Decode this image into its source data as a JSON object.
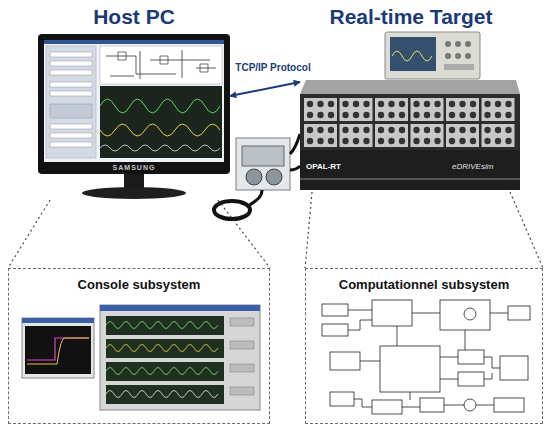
{
  "diagram": {
    "nodes": [
      {
        "text": [
          "Host PC"
        ]
      },
      {
        "text": [
          "Real-time Target"
        ]
      },
      {
        "text": [
          "Console subsystem"
        ]
      },
      {
        "text": [
          "Computationnel subsystem"
        ]
      }
    ],
    "edges": [
      {
        "from": 0,
        "to": 1,
        "arrow": "both",
        "label": "TCP/IP Protocol"
      },
      {
        "from": 0,
        "to": 2,
        "arrow": "none"
      },
      {
        "from": 1,
        "to": 3,
        "arrow": "none"
      }
    ],
    "labels": [
      "SAMSUNG",
      "OPAL-RT",
      "eDRIVEsim"
    ]
  }
}
